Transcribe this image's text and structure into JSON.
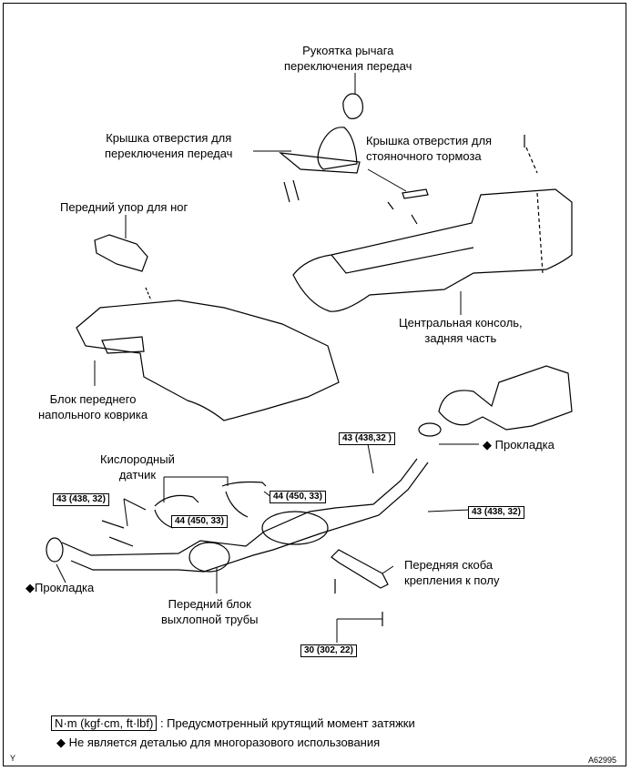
{
  "labels": {
    "shift_knob": "Рукоятка рычага\nпереключения передач",
    "shift_cover": "Крышка отверстия для\nпереключения передач",
    "brake_cover": "Крышка отверстия для\nстояночного тормоза",
    "foot_rest": "Передний упор для ног",
    "console_rear": "Центральная консоль,\nзадняя часть",
    "floor_carpet": "Блок переднего\nнапольного коврика",
    "o2_sensor": "Кислородный\nдатчик",
    "gasket_right": "Прокладка",
    "gasket_left": "Прокладка",
    "front_bracket": "Передняя скоба\nкрепления к полу",
    "front_pipe": "Передний блок\nвыхлопной трубы"
  },
  "torques": {
    "t_upper_right": "43 (438,32 )",
    "t_left": "43 (438, 32)",
    "t_sensor_right": "44 (450, 33)",
    "t_sensor_left": "44 (450, 33)",
    "t_lower_right": "43 (438, 32)",
    "t_bracket": "30 (302, 22)"
  },
  "legend": {
    "unit": "N·m (kgf·cm, ft·lbf)",
    "torque_text": ": Предусмотренный крутящий момент затяжки",
    "diamond": "◆",
    "nonreuse_text": "Не является деталью для многоразового использования"
  },
  "corner": {
    "left": "Y",
    "right": "A62995"
  }
}
